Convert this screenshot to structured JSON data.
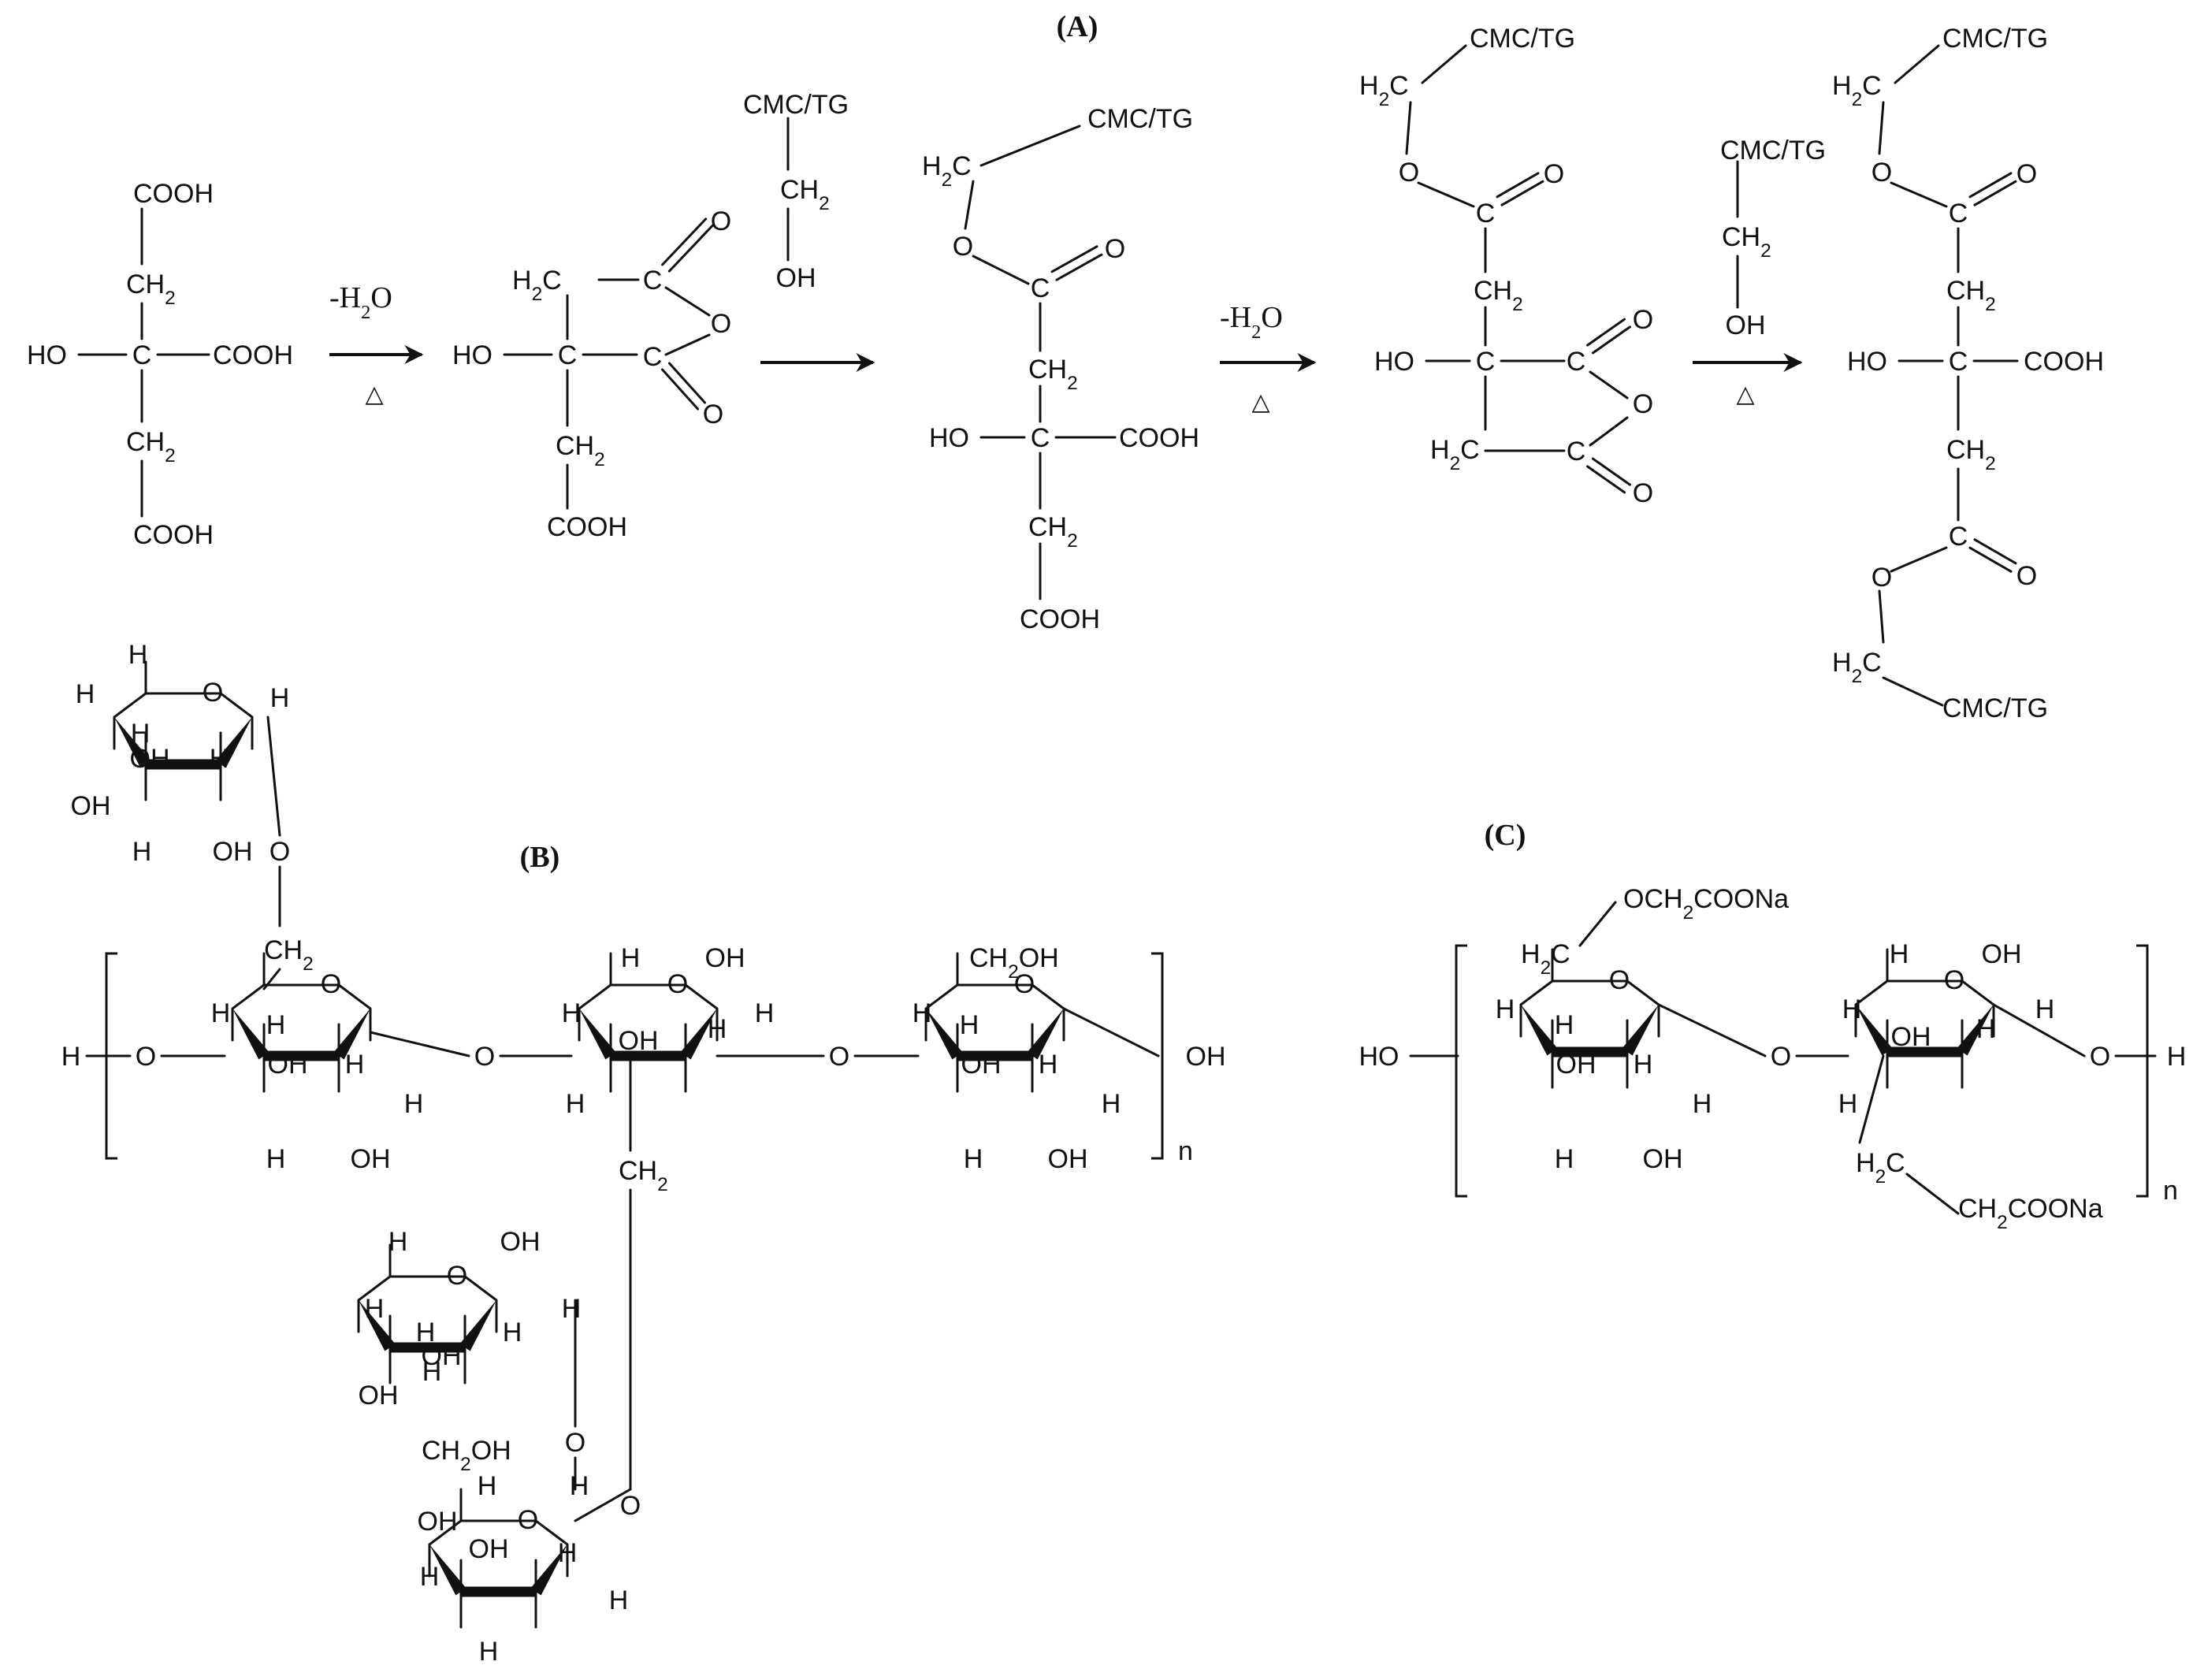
{
  "panels": {
    "A": {
      "title": "(A)"
    },
    "B": {
      "title": "(B)"
    },
    "C": {
      "title": "(C)"
    }
  },
  "groups": {
    "cooh": "COOH",
    "ch2_base": "CH",
    "h2c_base": "H",
    "h2c_tail": "C",
    "sub2": "2",
    "ho": "HO",
    "oh": "OH",
    "c": "C",
    "o": "O",
    "h": "H",
    "cmctg": "CMC/TG",
    "ch2oh_pre": "CH",
    "ch2oh_post": "OH",
    "och2coona_pre": "OCH",
    "och2coona_post": "COONa",
    "ch2coona_pre": "CH",
    "ch2coona_post": "COONa",
    "n": "n"
  },
  "reaction": {
    "minus_water_pre": "-H",
    "minus_water_sub": "2",
    "minus_water_post": "O",
    "heat": "△"
  }
}
